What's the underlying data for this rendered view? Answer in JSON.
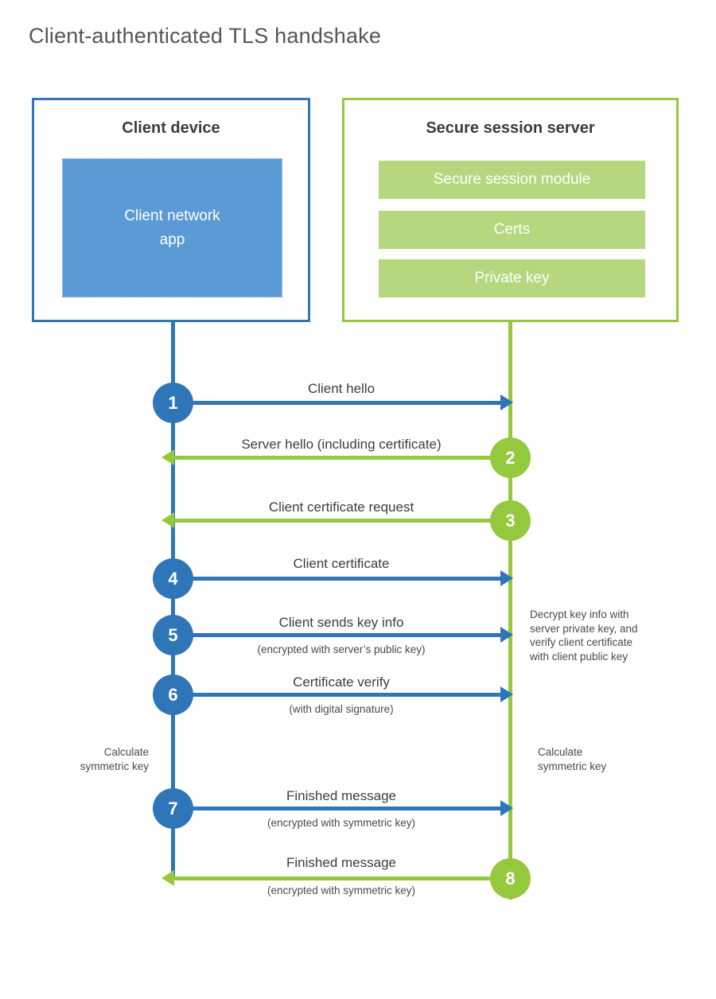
{
  "title": "Client-authenticated TLS handshake",
  "colors": {
    "blue": "#2E76B7",
    "blue_fill": "#5B9BD5",
    "green": "#95C93D",
    "green_fill": "#B5D87E"
  },
  "client_box": {
    "heading": "Client device",
    "app_label": "Client network\napp"
  },
  "server_box": {
    "heading": "Secure session server",
    "modules": [
      "Secure session module",
      "Certs",
      "Private key"
    ]
  },
  "steps": [
    {
      "num": "1",
      "label": "Client hello",
      "sublabel": ""
    },
    {
      "num": "2",
      "label": "Server hello (including certificate)",
      "sublabel": ""
    },
    {
      "num": "3",
      "label": "Client certificate request",
      "sublabel": ""
    },
    {
      "num": "4",
      "label": "Client certificate",
      "sublabel": ""
    },
    {
      "num": "5",
      "label": "Client sends key info",
      "sublabel": "(encrypted with server’s public key)"
    },
    {
      "num": "6",
      "label": "Certificate verify",
      "sublabel": "(with digital signature)"
    },
    {
      "num": "7",
      "label": "Finished message",
      "sublabel": "(encrypted with symmetric key)"
    },
    {
      "num": "8",
      "label": "Finished message",
      "sublabel": "(encrypted with symmetric key)"
    }
  ],
  "annotations": {
    "decrypt_note": "Decrypt key info with\nserver private key, and\nverify client certificate\nwith client public key",
    "calc_left": "Calculate\nsymmetric key",
    "calc_right": "Calculate\nsymmetric key"
  }
}
